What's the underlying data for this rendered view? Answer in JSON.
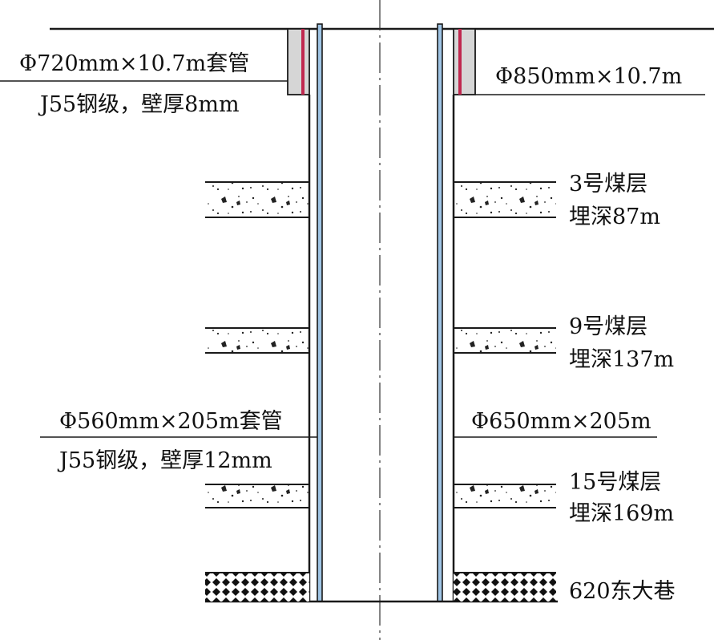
{
  "labels": {
    "left_surface_casing_size": "Φ720mm×10.7m套管",
    "left_surface_casing_spec": "J55钢级，壁厚8mm",
    "right_surface_hole": "Φ850mm×10.7m",
    "left_intermediate_casing_size": "Φ560mm×205m套管",
    "left_intermediate_casing_spec": "J55钢级，壁厚12mm",
    "right_intermediate_hole": "Φ650mm×205m"
  },
  "seams": [
    {
      "name": "3号煤层",
      "depth": "埋深87m"
    },
    {
      "name": "9号煤层",
      "depth": "埋深137m"
    },
    {
      "name": "15号煤层",
      "depth": "埋深169m"
    }
  ],
  "roadway": {
    "name": "620东大巷"
  },
  "colors": {
    "line": "#1a1a1a",
    "surface_fill": "#d6d6d6",
    "casing_red": "#c0284f",
    "casing_blue": "#9fc4e4",
    "seam_dots": "#222222"
  }
}
